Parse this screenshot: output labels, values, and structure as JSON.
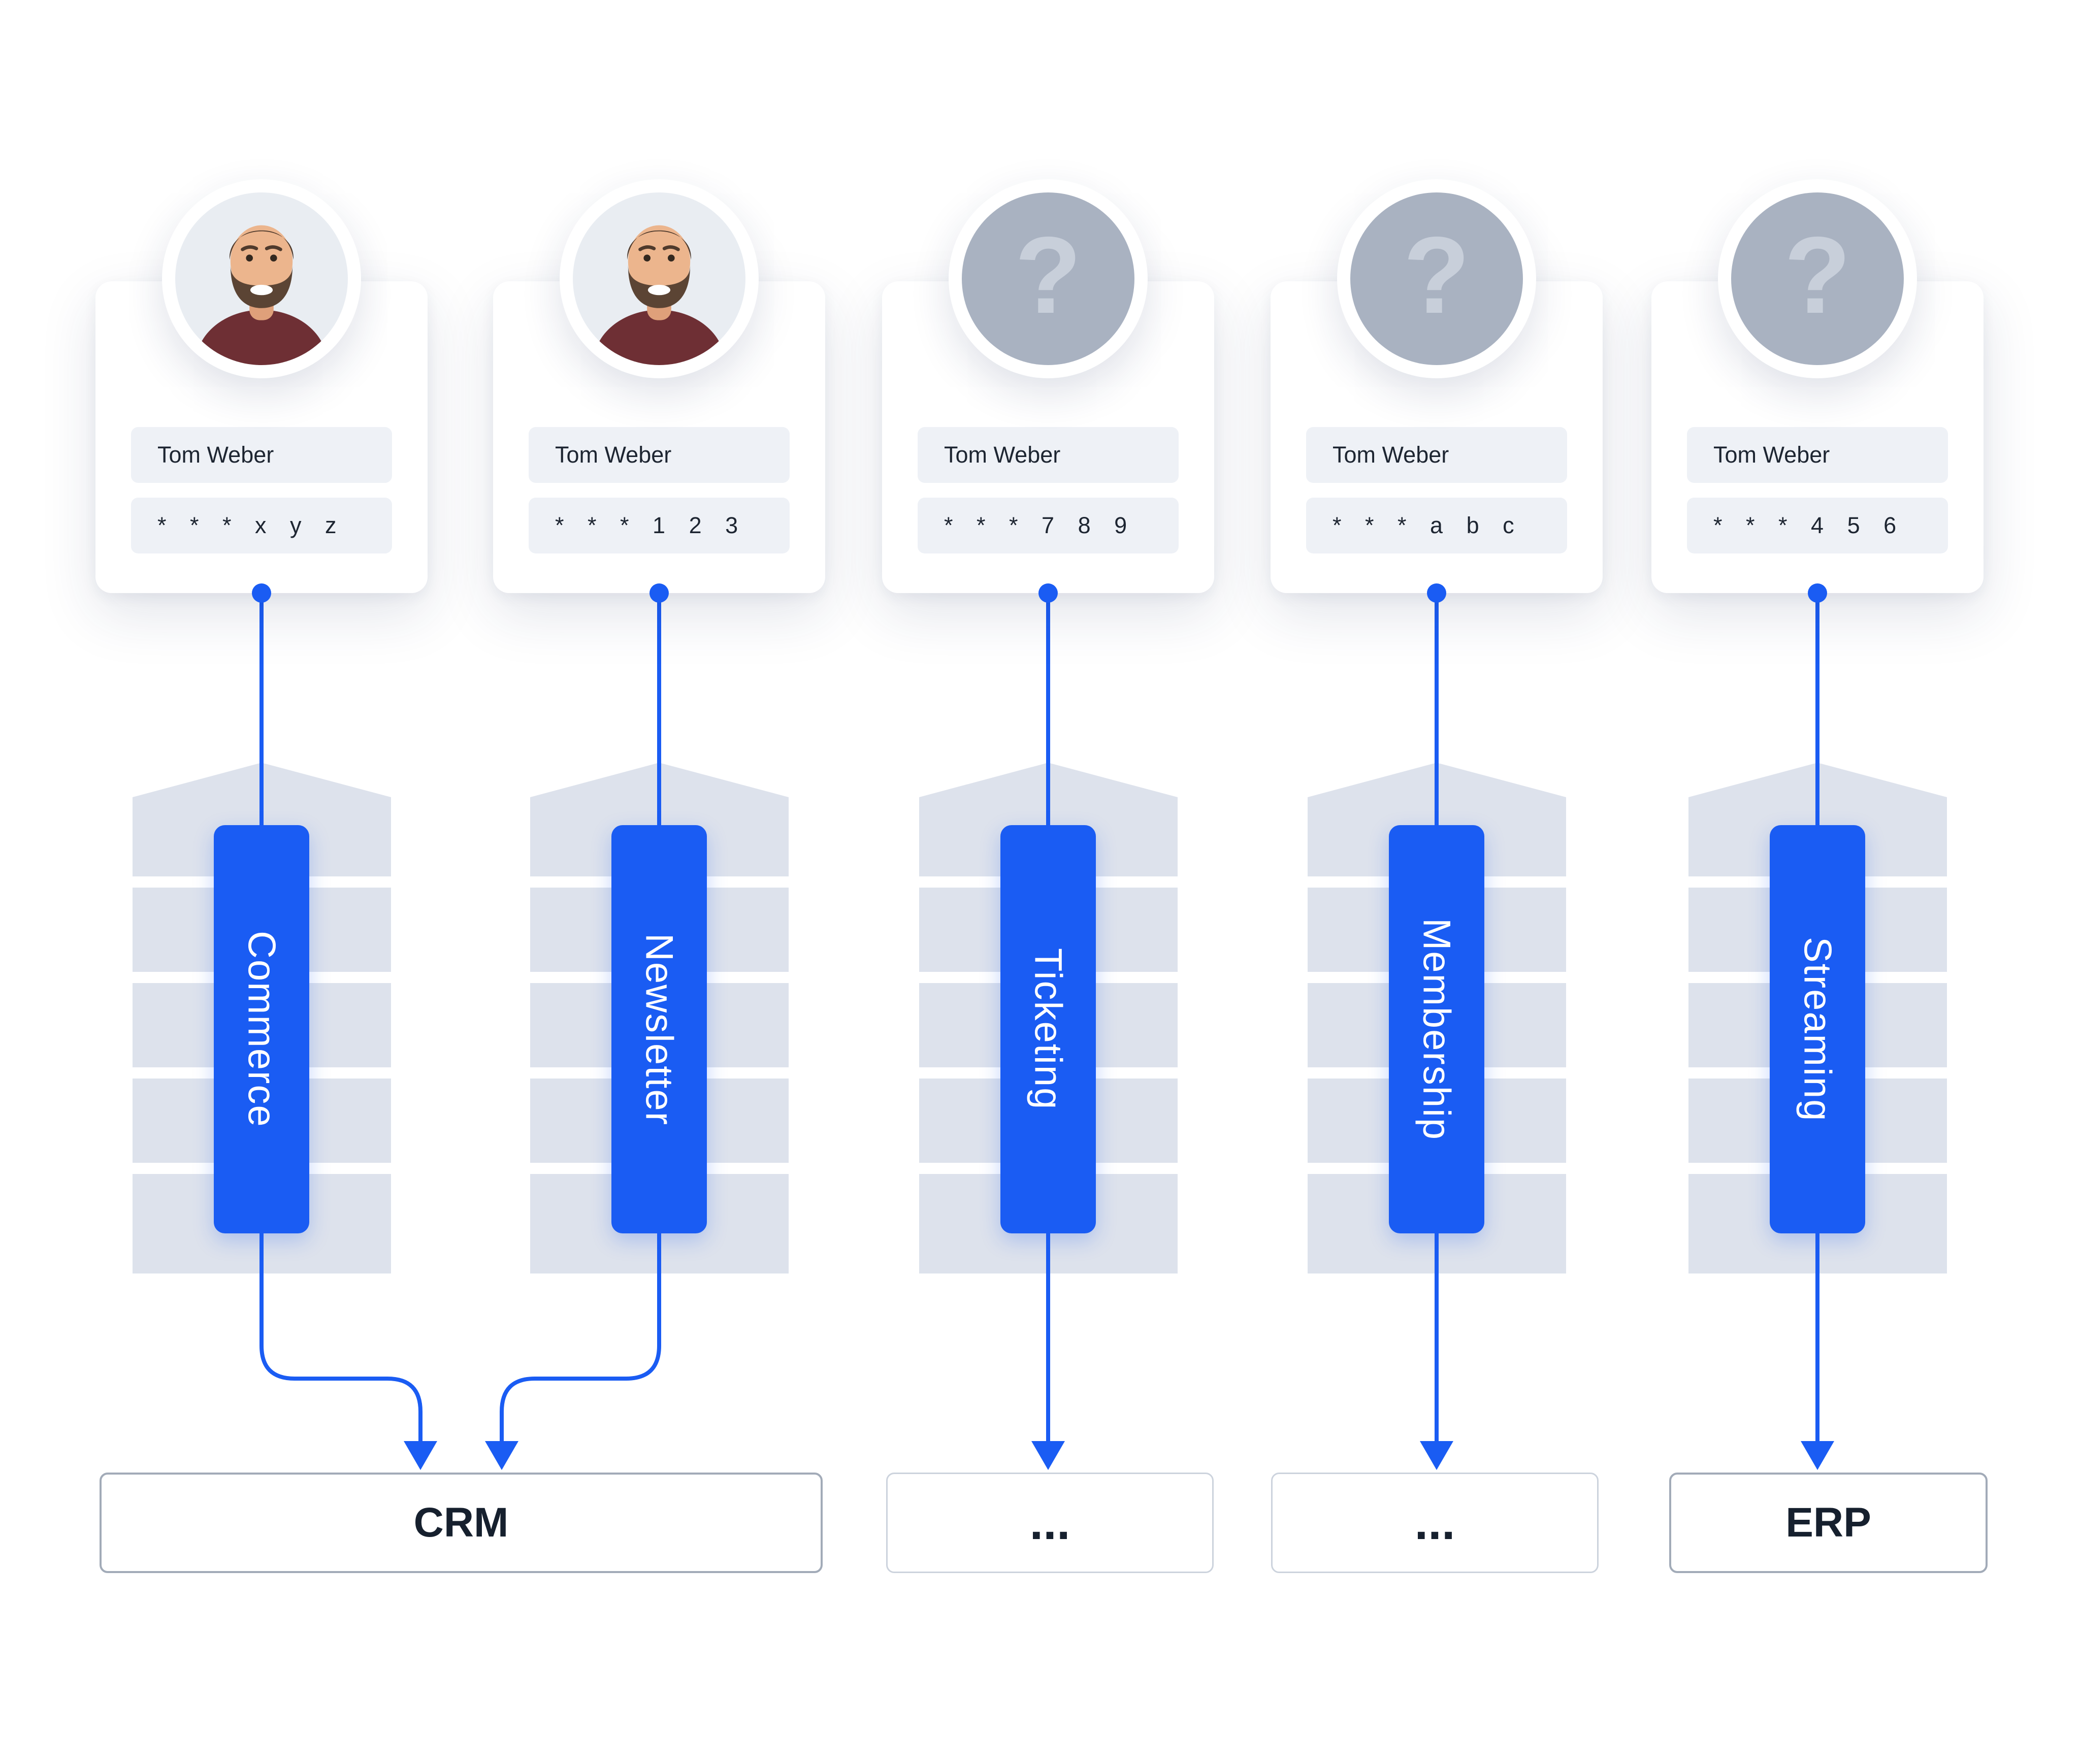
{
  "colors": {
    "accent_blue": "#1a5cf3",
    "stack_gray": "#dde2ec",
    "pill_gray": "#eef1f6",
    "placeholder_gray": "#a9b2c1",
    "box_border_gray": "#a2abb8",
    "text_dark": "#16202e"
  },
  "unknown_avatar_glyph": "?",
  "columns": [
    {
      "avatar": "man-photo-avatar",
      "name": "Tom Weber",
      "credential": "* * * x y z",
      "system": "Commerce"
    },
    {
      "avatar": "man-photo-avatar",
      "name": "Tom Weber",
      "credential": "* * * 1 2 3",
      "system": "Newsletter"
    },
    {
      "avatar": "unknown-avatar",
      "name": "Tom Weber",
      "credential": "* * * 7 8 9",
      "system": "Ticketing"
    },
    {
      "avatar": "unknown-avatar",
      "name": "Tom Weber",
      "credential": "* * * a b c",
      "system": "Membership"
    },
    {
      "avatar": "unknown-avatar",
      "name": "Tom Weber",
      "credential": "* * * 4 5 6",
      "system": "Streaming"
    }
  ],
  "targets": [
    {
      "label": "CRM"
    },
    {
      "label": "..."
    },
    {
      "label": "..."
    },
    {
      "label": "ERP"
    }
  ]
}
